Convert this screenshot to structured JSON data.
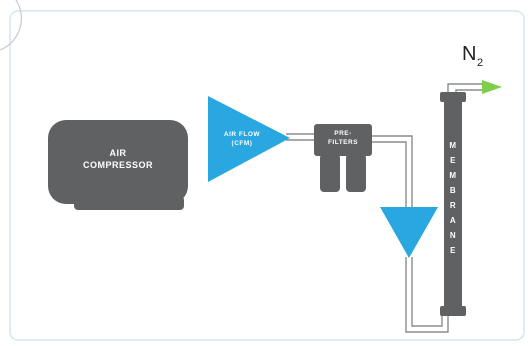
{
  "diagram": {
    "compressor": {
      "line1": "AIR",
      "line2": "COMPRESSOR"
    },
    "air_flow": {
      "line1": "AIR FLOW",
      "line2": "(CFM)"
    },
    "prefilters": {
      "line1": "PRE-",
      "line2": "FILTERS"
    },
    "membrane": {
      "letters": [
        "M",
        "E",
        "M",
        "B",
        "R",
        "A",
        "N",
        "E"
      ]
    },
    "output": {
      "symbol": "N",
      "subscript": "2"
    },
    "colors": {
      "frame_border": "#d4e6f2",
      "equipment_gray": "#5f6163",
      "pipe": "#8a8c8e",
      "triangle_blue": "#29a7e1",
      "output_arrow_green": "#7ccf4a"
    }
  }
}
